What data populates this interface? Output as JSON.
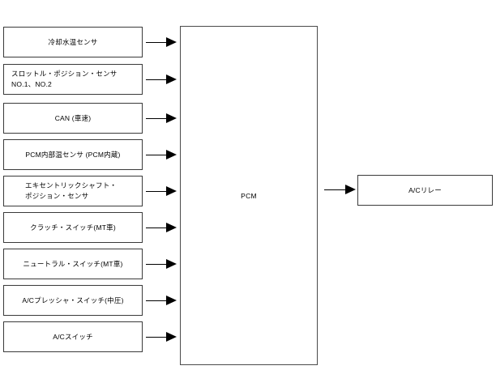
{
  "diagram": {
    "title": "PCM A/C control input/output block diagram",
    "colors": {
      "box_border": "#3a3a3a",
      "pcm_border": "#4a4a4a",
      "arrow": "#000000",
      "background": "#ffffff",
      "text": "#000000"
    },
    "inputs": [
      {
        "id": "coolant-temp-sensor",
        "label": "冷却水温センサ",
        "align": "center"
      },
      {
        "id": "throttle-position-sensor",
        "label": "スロットル・ポジション・センサ\nNO.1、NO.2",
        "align": "left"
      },
      {
        "id": "can-vehicle-speed",
        "label": "CAN (車速)",
        "align": "center"
      },
      {
        "id": "pcm-internal-temp-sensor",
        "label": "PCM内部温センサ (PCM内蔵)",
        "align": "center"
      },
      {
        "id": "eccentric-shaft-position-sensor",
        "label": "エキセントリックシャフト・\nポジション・センサ",
        "align": "indent"
      },
      {
        "id": "clutch-switch",
        "label": "クラッチ・スイッチ(MT車)",
        "align": "center"
      },
      {
        "id": "neutral-switch",
        "label": "ニュートラル・スイッチ(MT車)",
        "align": "center"
      },
      {
        "id": "ac-pressure-switch",
        "label": "A/Cプレッシャ・スイッチ(中圧)",
        "align": "center"
      },
      {
        "id": "ac-switch",
        "label": "A/Cスイッチ",
        "align": "center"
      }
    ],
    "controller": {
      "id": "pcm",
      "label": "PCM"
    },
    "outputs": [
      {
        "id": "ac-relay",
        "label": "A/Cリレー",
        "align": "center"
      }
    ]
  }
}
